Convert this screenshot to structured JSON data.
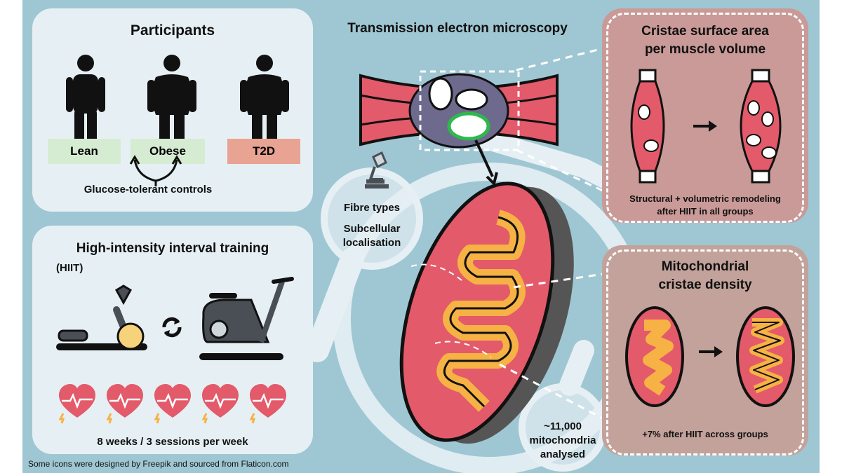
{
  "participants": {
    "title": "Participants",
    "groups": [
      "Lean",
      "Obese",
      "T2D"
    ],
    "controls_label": "Glucose-tolerant controls"
  },
  "hiit": {
    "title": "High-intensity interval training",
    "subtitle": "(HIIT)",
    "schedule": "8 weeks / 3 sessions per week"
  },
  "tem": {
    "title": "Transmission electron microscopy",
    "fibre_types": "Fibre types",
    "localisation_line1": "Subcellular",
    "localisation_line2": "localisation",
    "count_line1": "~11,000",
    "count_line2": "mitochondria",
    "count_line3": "analysed"
  },
  "cristae_area": {
    "title_line1": "Cristae surface area",
    "title_line2": "per muscle volume",
    "note_line1": "Structural + volumetric remodeling",
    "note_line2": "after HIIT in all groups"
  },
  "cristae_density": {
    "title_line1": "Mitochondrial",
    "title_line2": "cristae density",
    "note": "+7% after HIIT across groups"
  },
  "credit": "Some icons were designed by Freepik and sourced from Flaticon.com",
  "colors": {
    "background": "#9fc7d3",
    "panel": "#e6f0f4",
    "lean_green": "#d6ecd2",
    "t2d_pink": "#e8a393",
    "cristae_area_panel": "#c99a97",
    "cristae_density_panel": "#c2a29a",
    "mito_red": "#e35a6a",
    "mito_orange": "#f6b244"
  }
}
